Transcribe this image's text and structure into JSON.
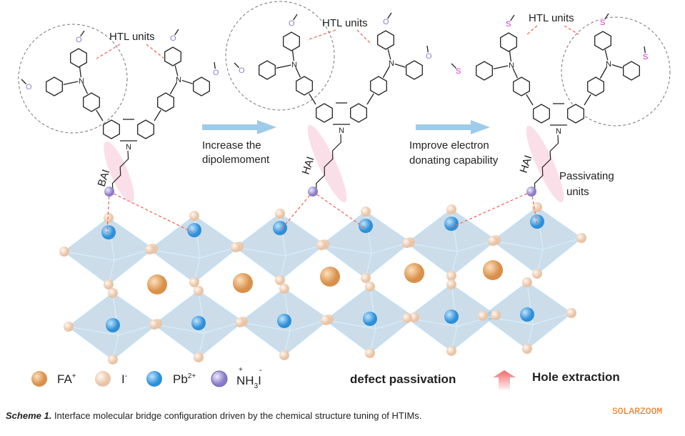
{
  "labels": {
    "htl_units": [
      "HTL units",
      "HTL units",
      "HTL units"
    ],
    "arrow1": [
      "Increase the",
      "dipolemoment"
    ],
    "arrow2": [
      "Improve electron",
      "donating capability"
    ],
    "chains": [
      "BAI",
      "HAI",
      "HAI"
    ],
    "passivating": [
      "Passivating",
      "units"
    ]
  },
  "molecules": [
    {
      "substituent": "O",
      "color": "#8a80c8"
    },
    {
      "substituent": "O",
      "color": "#8a80c8"
    },
    {
      "substituent": "S",
      "color": "#e02cc8"
    }
  ],
  "legend": {
    "fa": "FA",
    "fa_sup": "+",
    "i": "I",
    "i_sup": "-",
    "pb": "Pb",
    "pb_sup": "2+",
    "nh3": "NH",
    "nh3_sub": "3",
    "nh3_plus": "+",
    "nh3_i": "I",
    "nh3_minus": "-",
    "defect": "defect passivation",
    "hole": "Hole extraction"
  },
  "colors": {
    "fa": "#e8a866",
    "i": "#f6dcc6",
    "pb": "#4aa6e6",
    "nh3": "#a79ad8",
    "arrow": "#9fcbea",
    "wm": "#f26a00"
  },
  "caption": {
    "label": "Scheme 1.",
    "text": " Interface molecular bridge configuration driven by the chemical structure tuning of HTIMs."
  },
  "watermark": "SOLARZOOM"
}
